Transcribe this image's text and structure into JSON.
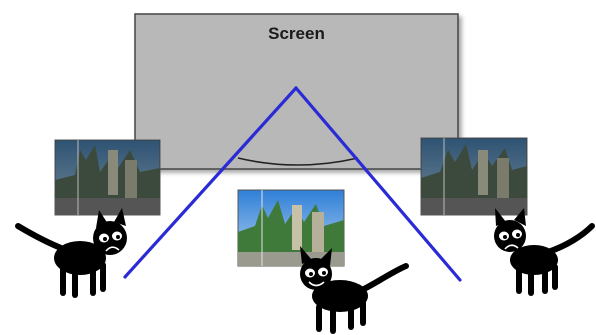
{
  "screen": {
    "label": "Screen"
  },
  "colors": {
    "screen_fill": "#b8b8b8",
    "screen_edge": "#444444",
    "sight_lines": "#2b2bd6",
    "cat": "#000000",
    "cat_eye": "#ffffff"
  },
  "viewers": [
    {
      "position": "left",
      "mood": "sad",
      "sees": "distorted-left"
    },
    {
      "position": "center",
      "mood": "happy",
      "sees": "correct"
    },
    {
      "position": "right",
      "mood": "sad",
      "sees": "distorted-right"
    }
  ]
}
